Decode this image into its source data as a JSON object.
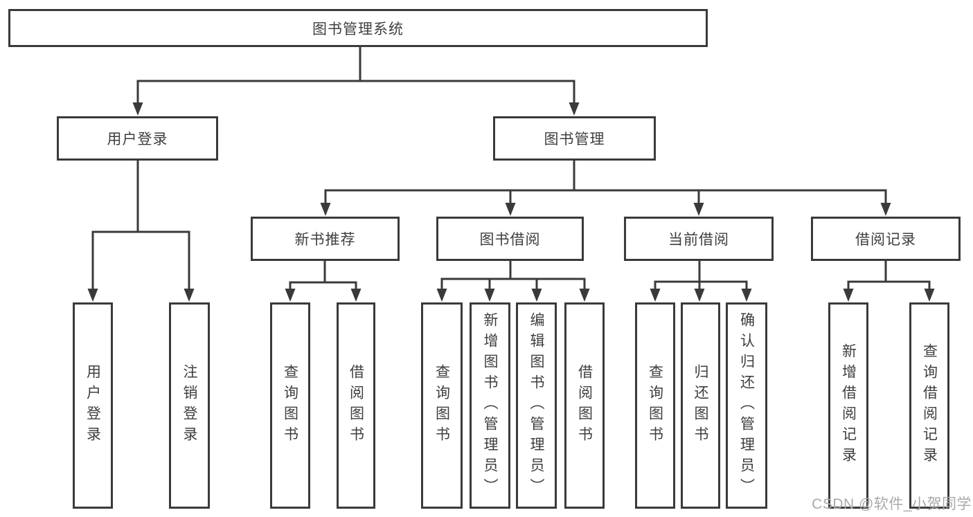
{
  "colors": {
    "line": "#3a3a3a",
    "text": "#3e3e3e",
    "watermark": "#a9a9a9",
    "background": "#ffffff"
  },
  "watermark": {
    "text": "CSDN @软件_小贺同学"
  },
  "diagram": {
    "root": {
      "label": "图书管理系统"
    },
    "branches": [
      {
        "label": "用户登录",
        "children": [
          {
            "label": "用户登录"
          },
          {
            "label": "注销登录"
          }
        ]
      },
      {
        "label": "图书管理",
        "children": [
          {
            "label": "新书推荐",
            "children": [
              {
                "label": "查询图书"
              },
              {
                "label": "借阅图书"
              }
            ]
          },
          {
            "label": "图书借阅",
            "children": [
              {
                "label": "查询图书"
              },
              {
                "label": "新增图书（管理员）"
              },
              {
                "label": "编辑图书（管理员）"
              },
              {
                "label": "借阅图书"
              }
            ]
          },
          {
            "label": "当前借阅",
            "children": [
              {
                "label": "查询图书"
              },
              {
                "label": "归还图书"
              },
              {
                "label": "确认归还（管理员）"
              }
            ]
          },
          {
            "label": "借阅记录",
            "children": [
              {
                "label": "新增借阅记录"
              },
              {
                "label": "查询借阅记录"
              }
            ]
          }
        ]
      }
    ]
  }
}
